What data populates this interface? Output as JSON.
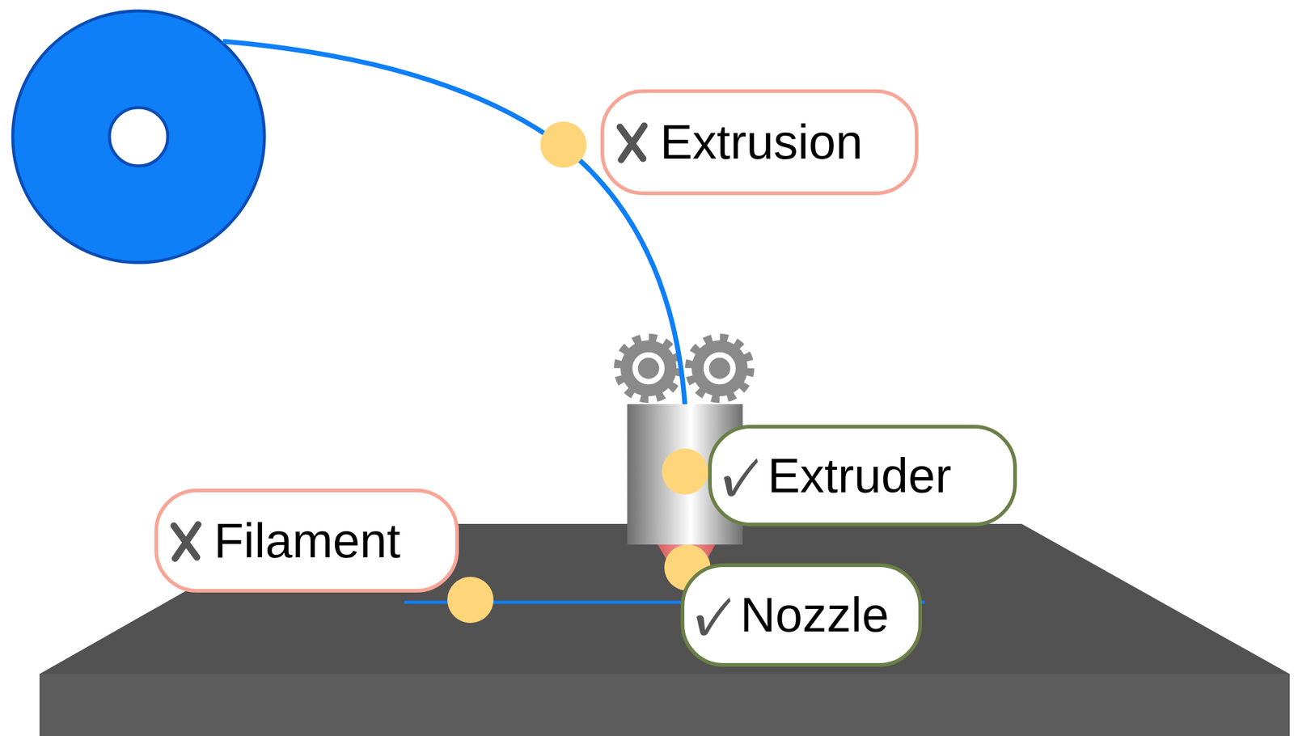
{
  "diagram": {
    "nodes": [
      {
        "text": [
          "Extrusion"
        ]
      },
      {
        "text": [
          "Extruder"
        ]
      },
      {
        "text": [
          "Filament"
        ]
      },
      {
        "text": [
          "Nozzle"
        ]
      }
    ]
  }
}
